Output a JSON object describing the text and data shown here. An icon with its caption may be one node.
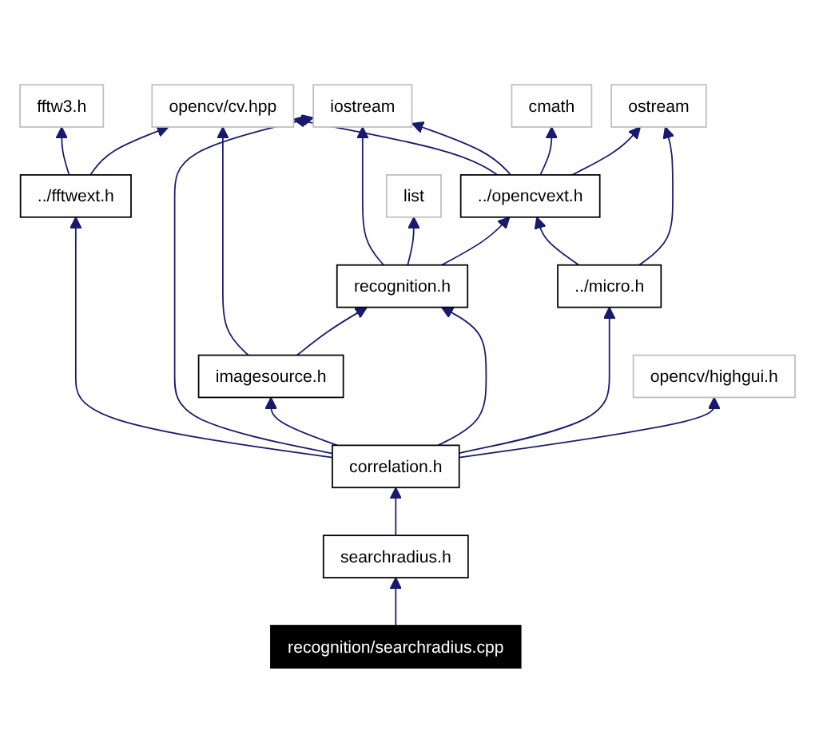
{
  "diagram": {
    "nodes": [
      {
        "text": [
          "fftw3.h"
        ]
      },
      {
        "text": [
          "opencv/cv.hpp"
        ]
      },
      {
        "text": [
          "iostream"
        ]
      },
      {
        "text": [
          "cmath"
        ]
      },
      {
        "text": [
          "ostream"
        ]
      },
      {
        "text": [
          "../fftwext.h"
        ]
      },
      {
        "text": [
          "../opencvext.h"
        ]
      },
      {
        "text": [
          "list"
        ]
      },
      {
        "text": [
          "recognition.h"
        ]
      },
      {
        "text": [
          "../micro.h"
        ]
      },
      {
        "text": [
          "imagesource.h"
        ]
      },
      {
        "text": [
          "opencv/highgui.h"
        ]
      },
      {
        "text": [
          "correlation.h"
        ]
      },
      {
        "text": [
          "searchradius.h"
        ]
      },
      {
        "text": [
          "recognition/searchradius.cpp"
        ]
      }
    ],
    "edges": [
      {
        "from": 5,
        "to": 0,
        "arrow": "to"
      },
      {
        "from": 5,
        "to": 1,
        "arrow": "to"
      },
      {
        "from": 6,
        "to": 1,
        "arrow": "to"
      },
      {
        "from": 6,
        "to": 2,
        "arrow": "to"
      },
      {
        "from": 6,
        "to": 3,
        "arrow": "to"
      },
      {
        "from": 6,
        "to": 4,
        "arrow": "to"
      },
      {
        "from": 8,
        "to": 2,
        "arrow": "to"
      },
      {
        "from": 8,
        "to": 7,
        "arrow": "to"
      },
      {
        "from": 8,
        "to": 6,
        "arrow": "to"
      },
      {
        "from": 9,
        "to": 6,
        "arrow": "to"
      },
      {
        "from": 9,
        "to": 4,
        "arrow": "to"
      },
      {
        "from": 10,
        "to": 1,
        "arrow": "to"
      },
      {
        "from": 10,
        "to": 8,
        "arrow": "to"
      },
      {
        "from": 12,
        "to": 5,
        "arrow": "to"
      },
      {
        "from": 12,
        "to": 2,
        "arrow": "to"
      },
      {
        "from": 12,
        "to": 10,
        "arrow": "to"
      },
      {
        "from": 12,
        "to": 8,
        "arrow": "to"
      },
      {
        "from": 12,
        "to": 9,
        "arrow": "to"
      },
      {
        "from": 12,
        "to": 11,
        "arrow": "to"
      },
      {
        "from": 13,
        "to": 12,
        "arrow": "to"
      },
      {
        "from": 14,
        "to": 13,
        "arrow": "to"
      }
    ]
  }
}
